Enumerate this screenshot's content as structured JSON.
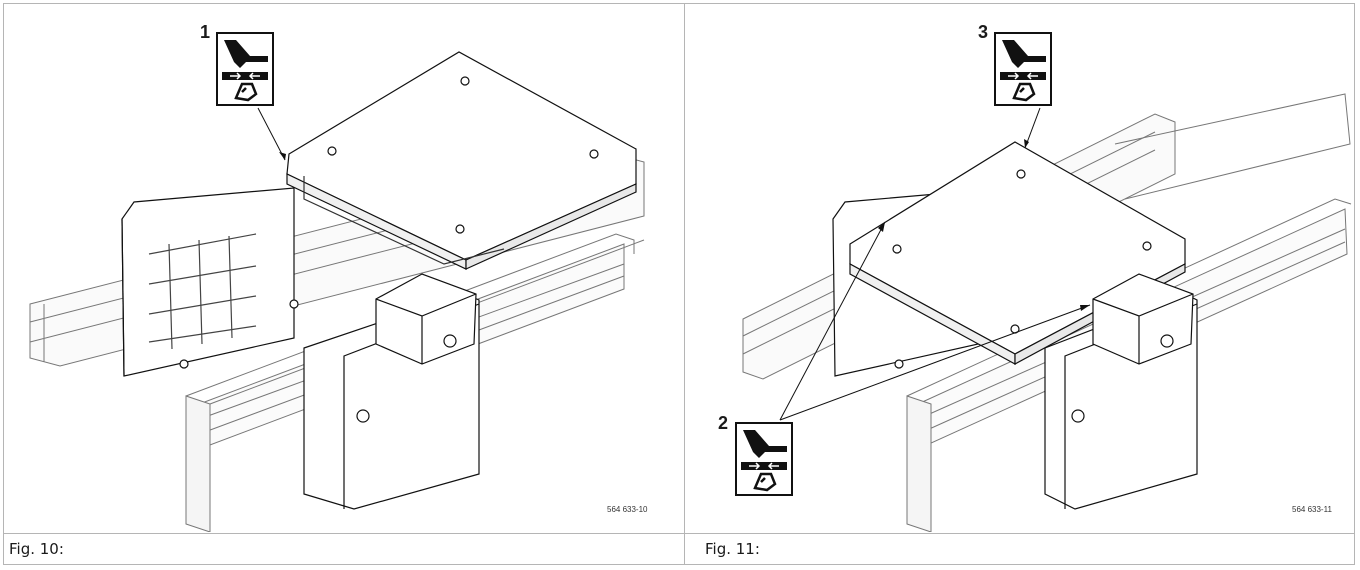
{
  "figures": [
    {
      "caption": "Fig. 10:",
      "code": "564 633-10",
      "callouts": [
        "1"
      ]
    },
    {
      "caption": "Fig. 11:",
      "code": "564 633-11",
      "callouts": [
        "2",
        "3"
      ]
    }
  ],
  "icons": {
    "warning_sign": "hand-crush-warning-icon"
  }
}
